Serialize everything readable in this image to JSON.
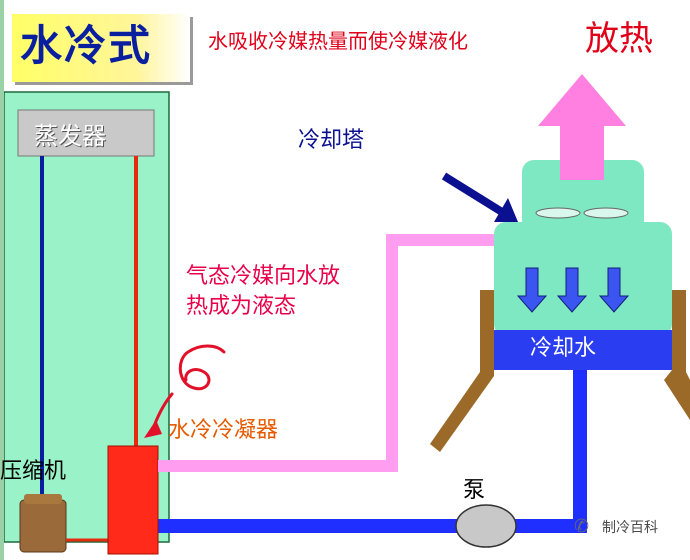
{
  "title": "水冷式",
  "subtitle": "水吸收冷媒热量而使冷媒液化",
  "heat_release": "放热",
  "labels": {
    "cooling_tower": "冷却塔",
    "evaporator": "蒸发器",
    "note_line1": "气态冷媒向水放",
    "note_line2": "热成为液态",
    "condenser": "水冷冷凝器",
    "compressor": "压缩机",
    "pump": "泵",
    "cooling_water": "冷却水",
    "annotation_mark": "6"
  },
  "watermark": "制冷百科",
  "colors": {
    "background": "#ffffff",
    "system_panel": "#99f2c8",
    "hot_line": "#ff9ef0",
    "cold_line": "#1f2fff",
    "condenser": "#ff2a1a",
    "tower_body": "#7de8c2",
    "tower_legs": "#9c6a28",
    "heat_arrow": "#ff80e0"
  },
  "icons": [
    "wechat-icon"
  ]
}
